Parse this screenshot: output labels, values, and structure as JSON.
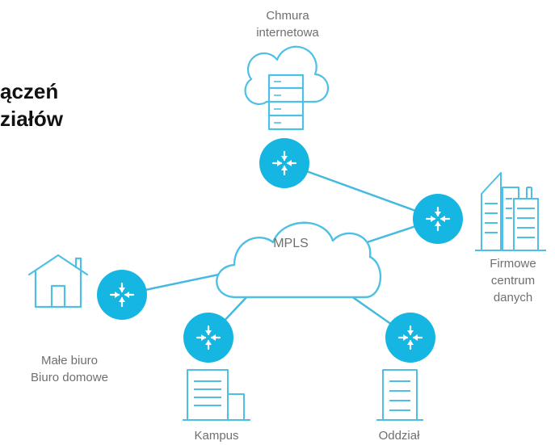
{
  "heading": {
    "line1": "ączeń",
    "line2": "ziałów"
  },
  "nodes": {
    "internet_cloud": {
      "line1": "Chmura",
      "line2": "internetowa",
      "icon": "cloud-server-icon"
    },
    "mpls": {
      "label": "MPLS",
      "icon": "cloud-icon"
    },
    "datacenter": {
      "line1": "Firmowe",
      "line2": "centrum",
      "line3": "danych",
      "icon": "buildings-icon"
    },
    "small_office": {
      "line1": "Małe biuro",
      "line2": "Biuro domowe",
      "icon": "house-icon"
    },
    "campus": {
      "label": "Kampus",
      "icon": "building-icon"
    },
    "branch": {
      "label": "Oddział",
      "icon": "building-icon"
    }
  },
  "colors": {
    "router": "#16b6e3",
    "line": "#45b9e0",
    "icon_stroke": "#4ec0e6",
    "text": "#6f6f6f",
    "heading": "#111111"
  }
}
